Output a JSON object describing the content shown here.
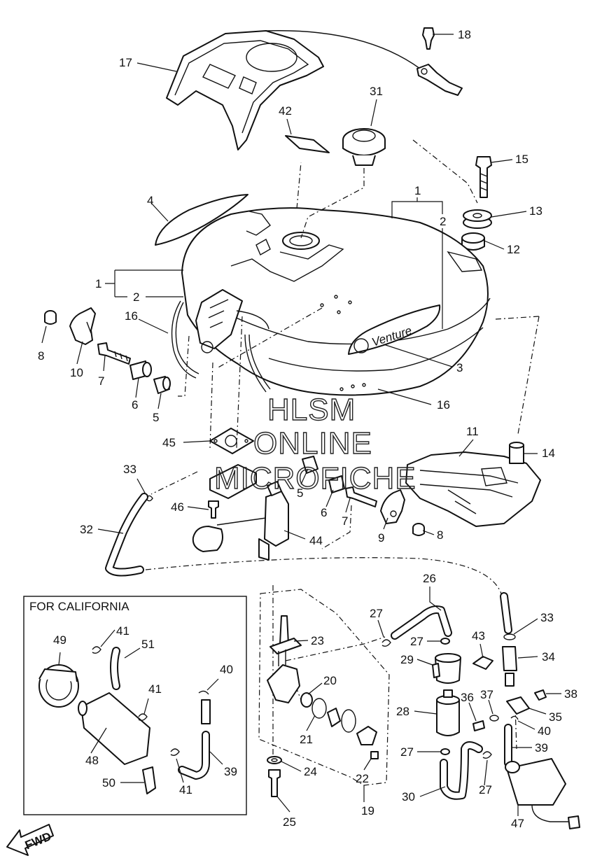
{
  "watermark": {
    "line1": "HLSM",
    "line2": "ONLINE",
    "line3": "MICROFICHE"
  },
  "inset_title": "FOR CALIFORNIA",
  "fwd_label": "FWD",
  "tank_logo_text": "Venture",
  "callouts": [
    {
      "id": "c18",
      "text": "18"
    },
    {
      "id": "c17",
      "text": "17"
    },
    {
      "id": "c31",
      "text": "31"
    },
    {
      "id": "c42",
      "text": "42"
    },
    {
      "id": "c15",
      "text": "15"
    },
    {
      "id": "c1a",
      "text": "1"
    },
    {
      "id": "c2a",
      "text": "2"
    },
    {
      "id": "c13",
      "text": "13"
    },
    {
      "id": "c4",
      "text": "4"
    },
    {
      "id": "c12",
      "text": "12"
    },
    {
      "id": "c1b",
      "text": "1"
    },
    {
      "id": "c2b",
      "text": "2"
    },
    {
      "id": "c16a",
      "text": "16"
    },
    {
      "id": "c8a",
      "text": "8"
    },
    {
      "id": "c10",
      "text": "10"
    },
    {
      "id": "c7a",
      "text": "7"
    },
    {
      "id": "c6a",
      "text": "6"
    },
    {
      "id": "c5a",
      "text": "5"
    },
    {
      "id": "c3",
      "text": "3"
    },
    {
      "id": "c16b",
      "text": "16"
    },
    {
      "id": "c11",
      "text": "11"
    },
    {
      "id": "c14",
      "text": "14"
    },
    {
      "id": "c45",
      "text": "45"
    },
    {
      "id": "c33a",
      "text": "33"
    },
    {
      "id": "c5b",
      "text": "5"
    },
    {
      "id": "c6b",
      "text": "6"
    },
    {
      "id": "c7b",
      "text": "7"
    },
    {
      "id": "c9",
      "text": "9"
    },
    {
      "id": "c8b",
      "text": "8"
    },
    {
      "id": "c46",
      "text": "46"
    },
    {
      "id": "c32",
      "text": "32"
    },
    {
      "id": "c44",
      "text": "44"
    },
    {
      "id": "c26",
      "text": "26"
    },
    {
      "id": "c27a",
      "text": "27"
    },
    {
      "id": "c23",
      "text": "23"
    },
    {
      "id": "c27b",
      "text": "27"
    },
    {
      "id": "c33b",
      "text": "33"
    },
    {
      "id": "c43",
      "text": "43"
    },
    {
      "id": "c34",
      "text": "34"
    },
    {
      "id": "c29",
      "text": "29"
    },
    {
      "id": "c20",
      "text": "20"
    },
    {
      "id": "c38",
      "text": "38"
    },
    {
      "id": "c36",
      "text": "36"
    },
    {
      "id": "c37",
      "text": "37"
    },
    {
      "id": "c28",
      "text": "28"
    },
    {
      "id": "c35",
      "text": "35"
    },
    {
      "id": "c21",
      "text": "21"
    },
    {
      "id": "c40a",
      "text": "40"
    },
    {
      "id": "c27c",
      "text": "27"
    },
    {
      "id": "c39a",
      "text": "39"
    },
    {
      "id": "c24",
      "text": "24"
    },
    {
      "id": "c22",
      "text": "22"
    },
    {
      "id": "c27d",
      "text": "27"
    },
    {
      "id": "c30",
      "text": "30"
    },
    {
      "id": "c19",
      "text": "19"
    },
    {
      "id": "c25",
      "text": "25"
    },
    {
      "id": "c47",
      "text": "47"
    },
    {
      "id": "c49",
      "text": "49"
    },
    {
      "id": "c41a",
      "text": "41"
    },
    {
      "id": "c51",
      "text": "51"
    },
    {
      "id": "c40b",
      "text": "40"
    },
    {
      "id": "c41b",
      "text": "41"
    },
    {
      "id": "c48",
      "text": "48"
    },
    {
      "id": "c39b",
      "text": "39"
    },
    {
      "id": "c41c",
      "text": "41"
    },
    {
      "id": "c50",
      "text": "50"
    }
  ]
}
